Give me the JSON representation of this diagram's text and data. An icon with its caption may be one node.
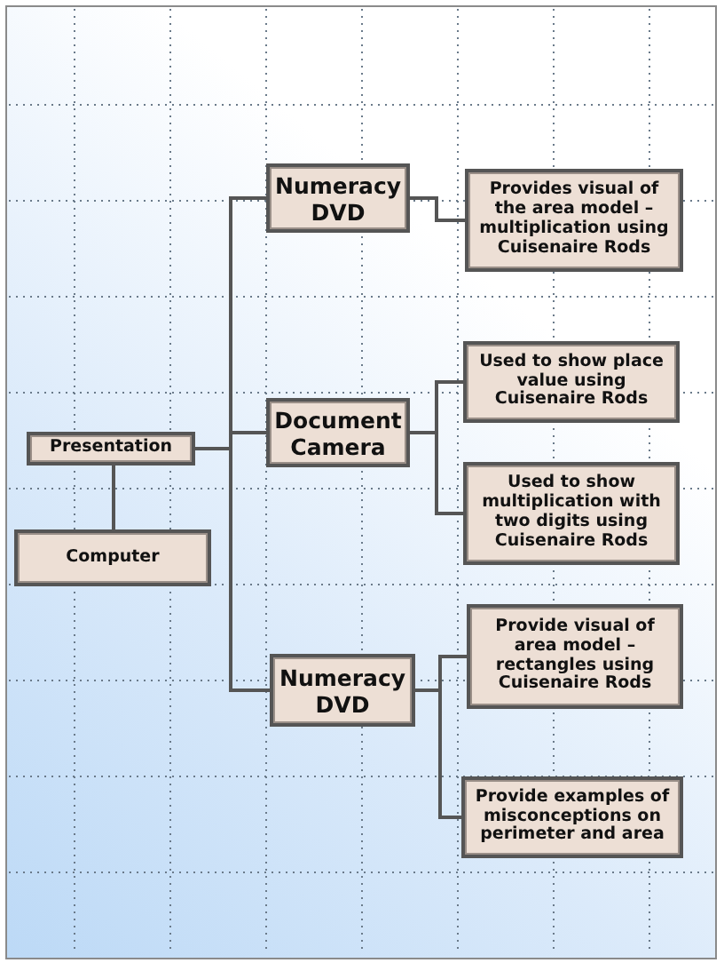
{
  "diagram": {
    "nodes": [
      {
        "text": [
          "Presentation"
        ]
      },
      {
        "text": [
          "Computer"
        ]
      },
      {
        "text": [
          "Numeracy DVD"
        ]
      },
      {
        "text": [
          "Document Camera"
        ]
      },
      {
        "text": [
          "Numeracy DVD"
        ]
      },
      {
        "text": [
          "Provides visual of the area model – multiplication using Cuisenaire Rods"
        ]
      },
      {
        "text": [
          "Used to show place value using Cuisenaire Rods"
        ]
      },
      {
        "text": [
          "Used to show multiplication with two digits using Cuisenaire Rods"
        ]
      },
      {
        "text": [
          "Provide visual of area model – rectangles using Cuisenaire Rods"
        ]
      },
      {
        "text": [
          "Provide examples of misconceptions on perimeter and area"
        ]
      }
    ],
    "edges": [
      {
        "from": 0,
        "to": 1,
        "arrow": "none"
      },
      {
        "from": 0,
        "to": 2,
        "arrow": "none"
      },
      {
        "from": 0,
        "to": 3,
        "arrow": "none"
      },
      {
        "from": 0,
        "to": 4,
        "arrow": "none"
      },
      {
        "from": 2,
        "to": 5,
        "arrow": "none"
      },
      {
        "from": 3,
        "to": 6,
        "arrow": "none"
      },
      {
        "from": 3,
        "to": 7,
        "arrow": "none"
      },
      {
        "from": 4,
        "to": 8,
        "arrow": "none"
      },
      {
        "from": 4,
        "to": 9,
        "arrow": "none"
      }
    ]
  }
}
